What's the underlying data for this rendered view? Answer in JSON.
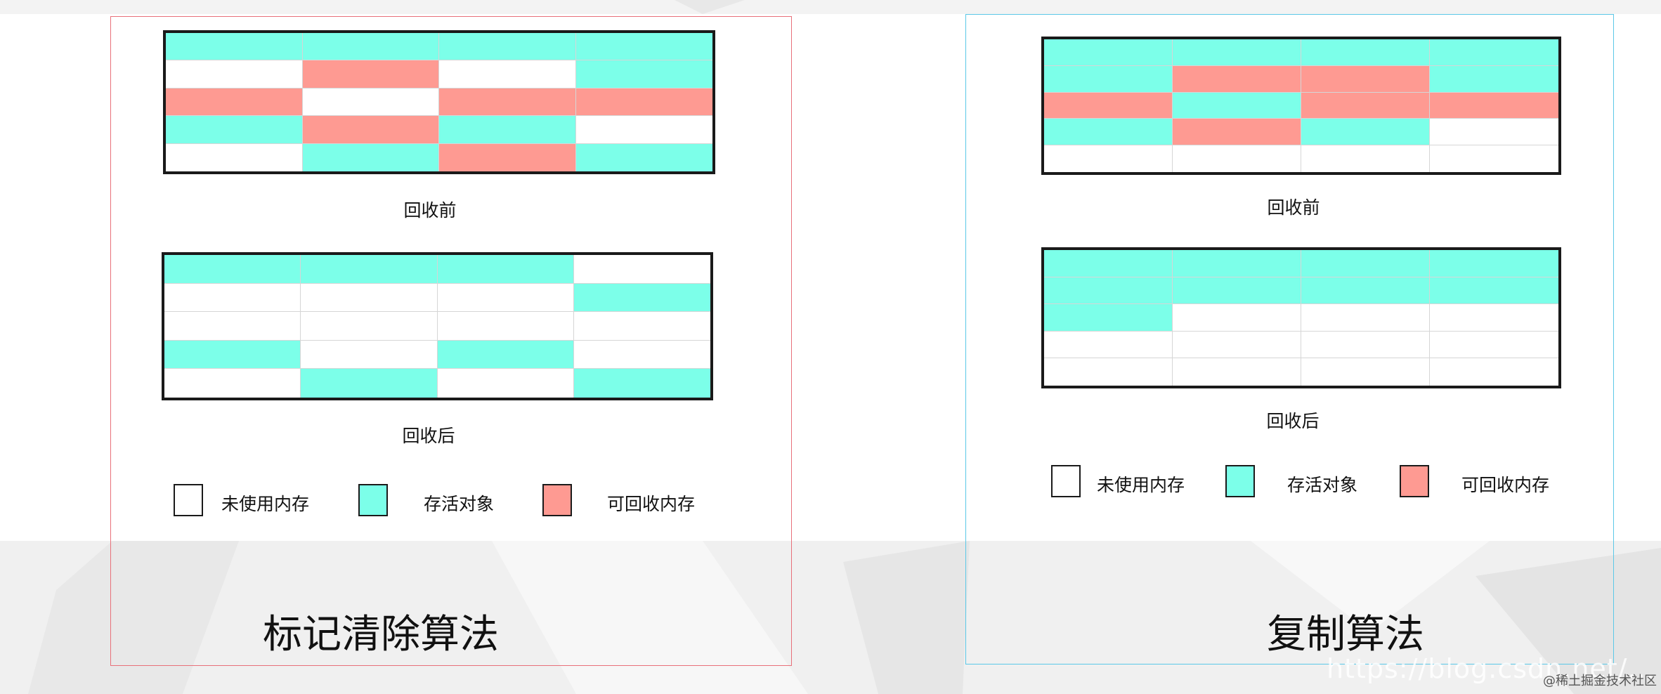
{
  "colors": {
    "free": "#ffffff",
    "live": "#7cffe9",
    "garbage": "#fe9a92",
    "mark_sweep_border": "#e8707a",
    "copying_border": "#5bc8e8"
  },
  "mark_sweep": {
    "title": "标记清除算法",
    "before": {
      "caption": "回收前",
      "cells": [
        [
          "live",
          "live",
          "live",
          "live"
        ],
        [
          "free",
          "garbage",
          "free",
          "live"
        ],
        [
          "garbage",
          "free",
          "garbage",
          "garbage"
        ],
        [
          "live",
          "garbage",
          "live",
          "free"
        ],
        [
          "free",
          "live",
          "garbage",
          "live"
        ]
      ]
    },
    "after": {
      "caption": "回收后",
      "cells": [
        [
          "live",
          "live",
          "live",
          "free"
        ],
        [
          "free",
          "free",
          "free",
          "live"
        ],
        [
          "free",
          "free",
          "free",
          "free"
        ],
        [
          "live",
          "free",
          "live",
          "free"
        ],
        [
          "free",
          "live",
          "free",
          "live"
        ]
      ]
    },
    "legend": [
      {
        "label": "未使用内存",
        "color": "free"
      },
      {
        "label": "存活对象",
        "color": "live"
      },
      {
        "label": "可回收内存",
        "color": "garbage"
      }
    ]
  },
  "copying": {
    "title": "复制算法",
    "before": {
      "caption": "回收前",
      "cells": [
        [
          "live",
          "live",
          "live",
          "live"
        ],
        [
          "live",
          "garbage",
          "garbage",
          "live"
        ],
        [
          "garbage",
          "live",
          "garbage",
          "garbage"
        ],
        [
          "live",
          "garbage",
          "live",
          "free"
        ],
        [
          "free",
          "free",
          "free",
          "free"
        ]
      ]
    },
    "after": {
      "caption": "回收后",
      "cells": [
        [
          "live",
          "live",
          "live",
          "live"
        ],
        [
          "live",
          "live",
          "live",
          "live"
        ],
        [
          "live",
          "free",
          "free",
          "free"
        ],
        [
          "free",
          "free",
          "free",
          "free"
        ],
        [
          "free",
          "free",
          "free",
          "free"
        ]
      ]
    },
    "legend": [
      {
        "label": "未使用内存",
        "color": "free"
      },
      {
        "label": "存活对象",
        "color": "live"
      },
      {
        "label": "可回收内存",
        "color": "garbage"
      }
    ]
  },
  "watermark": {
    "url": "https://blog.csdn.net/...",
    "site": "@稀土掘金技术社区"
  }
}
